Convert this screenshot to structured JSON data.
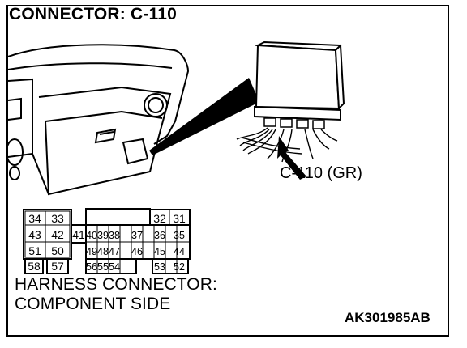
{
  "title": "CONNECTOR: C-110",
  "connector_label": "C-110 (GR)",
  "caption_line1": "HARNESS CONNECTOR:",
  "caption_line2": "COMPONENT SIDE",
  "doc_code": "AK301985AB",
  "pins": {
    "row1_left": [
      "34",
      "33"
    ],
    "row1_right": [
      "32",
      "31"
    ],
    "row2": [
      "43",
      "42",
      "41",
      "40",
      "39",
      "38",
      "37",
      "36",
      "35"
    ],
    "row3_left": [
      "51",
      "50"
    ],
    "row3_right": [
      "49",
      "48",
      "47",
      "46",
      "45",
      "44"
    ],
    "row4_left": [
      "58",
      "57"
    ],
    "row4_right": [
      "56",
      "55",
      "54",
      "53",
      "52"
    ]
  }
}
